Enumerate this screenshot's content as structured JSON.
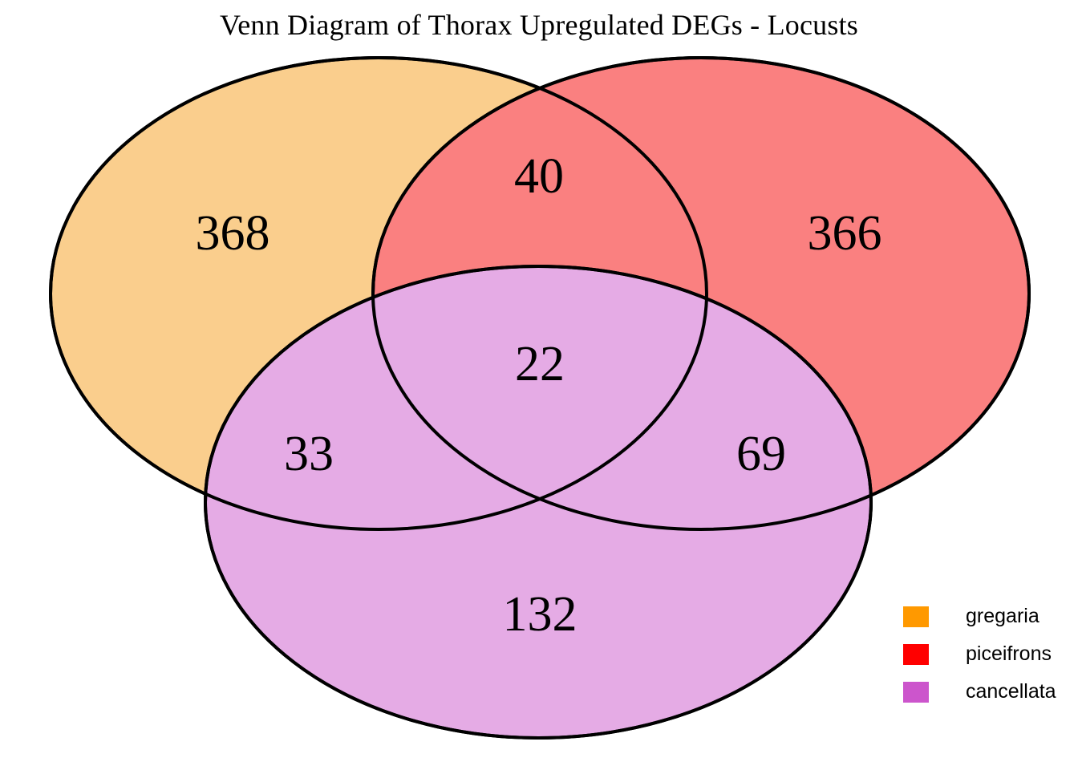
{
  "title": "Venn Diagram of Thorax Upregulated DEGs - Locusts",
  "chart_data": {
    "type": "venn",
    "title": "Venn Diagram of Thorax Upregulated DEGs - Locusts",
    "sets": [
      "gregaria",
      "piceifrons",
      "cancellata"
    ],
    "set_colors": [
      "#FF9900",
      "#FF0000",
      "#CC55CC"
    ],
    "regions": [
      {
        "id": "gregaria-only",
        "sets": [
          "gregaria"
        ],
        "value": 368,
        "fill": "#FACE8D"
      },
      {
        "id": "piceifrons-only",
        "sets": [
          "piceifrons"
        ],
        "value": 366,
        "fill": "#FA8080"
      },
      {
        "id": "cancellata-only",
        "sets": [
          "cancellata"
        ],
        "value": 132,
        "fill": "#E5ABE5"
      },
      {
        "id": "gregaria-piceifrons",
        "sets": [
          "gregaria",
          "piceifrons"
        ],
        "value": 40,
        "fill": "#FB6245"
      },
      {
        "id": "gregaria-cancellata",
        "sets": [
          "gregaria",
          "cancellata"
        ],
        "value": 33,
        "fill": "#E691AC"
      },
      {
        "id": "piceifrons-cancellata",
        "sets": [
          "piceifrons",
          "cancellata"
        ],
        "value": 69,
        "fill": "#E868AC"
      },
      {
        "id": "all-three",
        "sets": [
          "gregaria",
          "piceifrons",
          "cancellata"
        ],
        "value": 22,
        "fill": "#E35F8C"
      }
    ],
    "labels": {
      "gregaria_only": "368",
      "piceifrons_only": "366",
      "cancellata_only": "132",
      "gregaria_piceifrons": "40",
      "gregaria_cancellata": "33",
      "piceifrons_cancellata": "69",
      "all_three": "22"
    },
    "legend_position": "bottom-right",
    "grid": false
  },
  "legend": {
    "items": [
      {
        "label": "gregaria",
        "color": "#FF9900"
      },
      {
        "label": "piceifrons",
        "color": "#FF0000"
      },
      {
        "label": "cancellata",
        "color": "#CC55CC"
      }
    ]
  }
}
